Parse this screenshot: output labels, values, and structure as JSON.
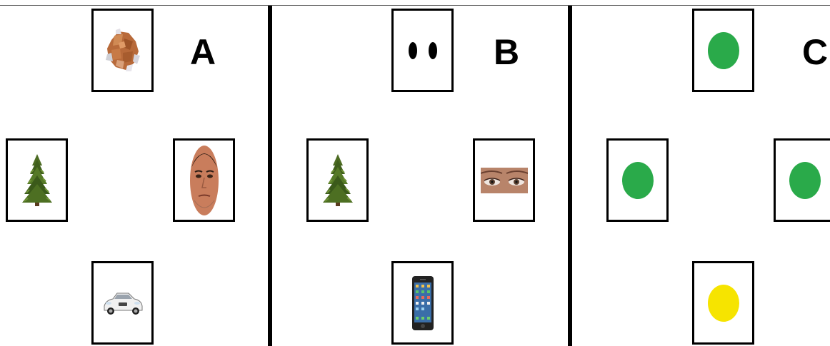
{
  "panels": [
    {
      "letter": "A",
      "cards": [
        {
          "position": "top",
          "content": "scrambled-face-image"
        },
        {
          "position": "left",
          "content": "tree-image"
        },
        {
          "position": "right",
          "content": "face-image"
        },
        {
          "position": "bottom",
          "content": "car-image"
        }
      ]
    },
    {
      "letter": "B",
      "cards": [
        {
          "position": "top",
          "content": "two-black-dots"
        },
        {
          "position": "left",
          "content": "tree-image"
        },
        {
          "position": "right",
          "content": "eyes-image"
        },
        {
          "position": "bottom",
          "content": "phone-image"
        }
      ]
    },
    {
      "letter": "C",
      "cards": [
        {
          "position": "top",
          "content": "green-dot"
        },
        {
          "position": "left",
          "content": "green-dot"
        },
        {
          "position": "right",
          "content": "green-dot"
        },
        {
          "position": "bottom",
          "content": "yellow-dot"
        }
      ]
    }
  ],
  "colors": {
    "green_dot": "#2aaa4a",
    "yellow_dot": "#f6e400",
    "frame": "#000000"
  }
}
